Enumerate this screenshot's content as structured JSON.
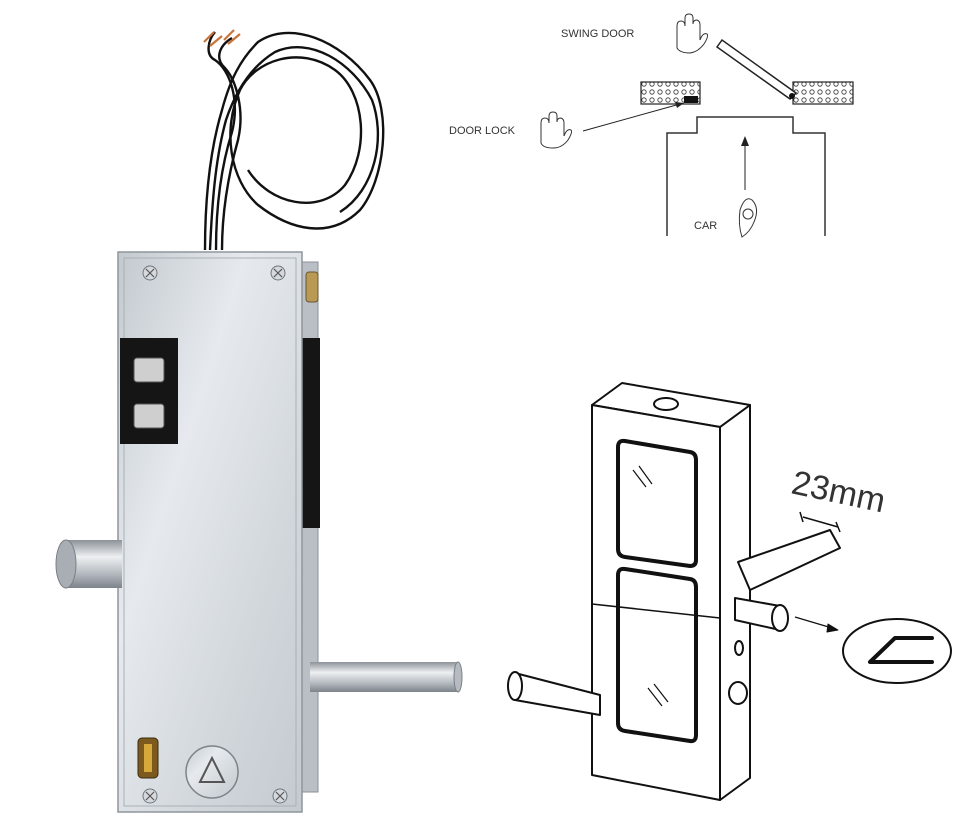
{
  "diagram": {
    "labels": {
      "swing_door": "SWING DOOR",
      "door_lock": "DOOR LOCK",
      "car": "CAR",
      "dimension": "23mm"
    }
  },
  "colors": {
    "steel_light": "#e4e8ec",
    "steel_mid": "#c9ced4",
    "steel_dark": "#9aa1a8",
    "black_part": "#151515",
    "line": "#111111"
  }
}
